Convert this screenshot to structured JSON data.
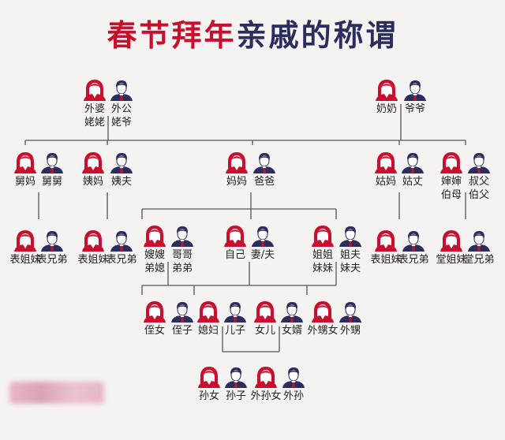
{
  "title": {
    "part1": "春节拜年",
    "part2": "亲戚的称谓"
  },
  "colors": {
    "female": "#c8102e",
    "male": "#2b2d5c",
    "line": "#555555",
    "title_red": "#c8102e",
    "title_navy": "#2b2d5c"
  },
  "icons": {
    "female": "female-person-icon",
    "male": "male-person-icon"
  },
  "people": [
    {
      "id": "maternal-grandmother",
      "label": "外婆\n姥姥",
      "gender": "f"
    },
    {
      "id": "maternal-grandfather",
      "label": "外公\n姥爷",
      "gender": "m"
    },
    {
      "id": "paternal-grandmother",
      "label": "奶奶",
      "gender": "f"
    },
    {
      "id": "paternal-grandfather",
      "label": "爷爷",
      "gender": "m"
    },
    {
      "id": "uncle-maternal-wife",
      "label": "舅妈",
      "gender": "f"
    },
    {
      "id": "uncle-maternal",
      "label": "舅舅",
      "gender": "m"
    },
    {
      "id": "aunt-maternal",
      "label": "姨妈",
      "gender": "f"
    },
    {
      "id": "aunt-maternal-husband",
      "label": "姨夫",
      "gender": "m"
    },
    {
      "id": "mother",
      "label": "妈妈",
      "gender": "f"
    },
    {
      "id": "father",
      "label": "爸爸",
      "gender": "m"
    },
    {
      "id": "aunt-paternal",
      "label": "姑妈",
      "gender": "f"
    },
    {
      "id": "aunt-paternal-husband",
      "label": "姑丈",
      "gender": "m"
    },
    {
      "id": "uncle-paternal-wife",
      "label": "婶婶\n伯母",
      "gender": "f"
    },
    {
      "id": "uncle-paternal",
      "label": "叔父\n伯父",
      "gender": "m"
    },
    {
      "id": "cousin-1-f",
      "label": "表姐妹",
      "gender": "f"
    },
    {
      "id": "cousin-1-m",
      "label": "表兄弟",
      "gender": "m"
    },
    {
      "id": "cousin-2-f",
      "label": "表姐妹",
      "gender": "f"
    },
    {
      "id": "cousin-2-m",
      "label": "表兄弟",
      "gender": "m"
    },
    {
      "id": "sister-in-law",
      "label": "嫂嫂\n弟媳",
      "gender": "f"
    },
    {
      "id": "brother",
      "label": "哥哥\n弟弟",
      "gender": "m"
    },
    {
      "id": "self",
      "label": "自己",
      "gender": "f"
    },
    {
      "id": "spouse",
      "label": "妻/夫",
      "gender": "m"
    },
    {
      "id": "sister",
      "label": "姐姐\n妹妹",
      "gender": "f"
    },
    {
      "id": "brother-in-law",
      "label": "姐夫\n妹夫",
      "gender": "m"
    },
    {
      "id": "cousin-3-f",
      "label": "表姐妹",
      "gender": "f"
    },
    {
      "id": "cousin-3-m",
      "label": "表兄弟",
      "gender": "m"
    },
    {
      "id": "cousin-4-f",
      "label": "堂姐妹",
      "gender": "f"
    },
    {
      "id": "cousin-4-m",
      "label": "堂兄弟",
      "gender": "m"
    },
    {
      "id": "niece-brother",
      "label": "侄女",
      "gender": "f"
    },
    {
      "id": "nephew-brother",
      "label": "侄子",
      "gender": "m"
    },
    {
      "id": "daughter-in-law",
      "label": "媳妇",
      "gender": "f"
    },
    {
      "id": "son",
      "label": "儿子",
      "gender": "m"
    },
    {
      "id": "daughter",
      "label": "女儿",
      "gender": "f"
    },
    {
      "id": "son-in-law",
      "label": "女婿",
      "gender": "m"
    },
    {
      "id": "niece-sister",
      "label": "外甥女",
      "gender": "f"
    },
    {
      "id": "nephew-sister",
      "label": "外甥",
      "gender": "m"
    },
    {
      "id": "granddaughter",
      "label": "孙女",
      "gender": "f"
    },
    {
      "id": "grandson",
      "label": "孙子",
      "gender": "m"
    },
    {
      "id": "daughter-granddaughter",
      "label": "外孙女",
      "gender": "f"
    },
    {
      "id": "daughter-grandson",
      "label": "外孙",
      "gender": "m"
    }
  ]
}
